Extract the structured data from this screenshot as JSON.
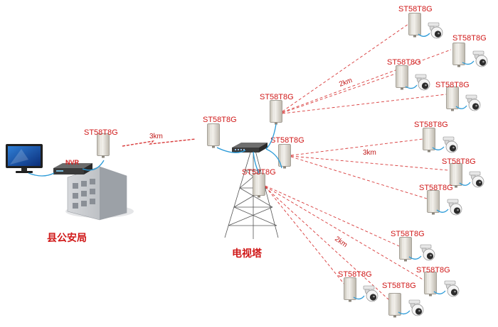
{
  "labels": {
    "bureau": "县公安局",
    "tower": "电视塔",
    "nvr": "NVR",
    "distance_main": "3km",
    "distance_upper": "2km",
    "distance_mid": "3km",
    "distance_lower": "2km"
  },
  "device_model": "ST58T8G",
  "colors": {
    "label_red": "#d01818",
    "link_red": "#d83a3a",
    "cable_blue": "#2a9ad8",
    "building_gray": "#b9bcc1"
  }
}
